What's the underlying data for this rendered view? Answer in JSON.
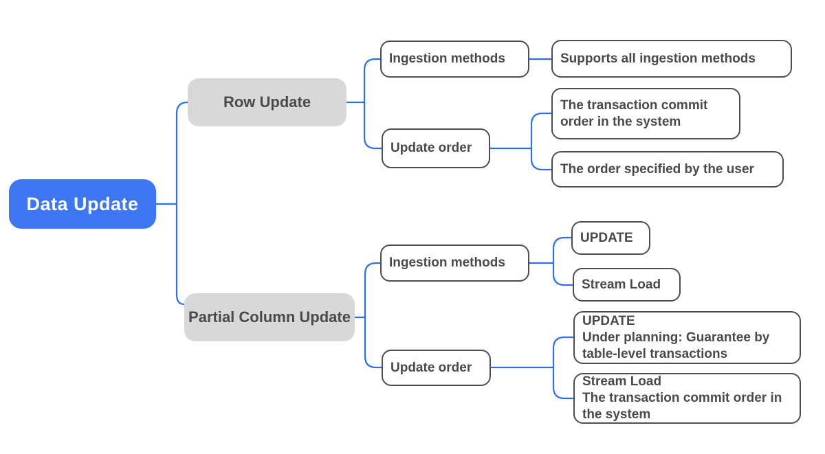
{
  "diagram_type": "mindmap",
  "colors": {
    "root_fill": "#3d76f2",
    "root_text": "#ffffff",
    "branch_fill": "#d8d8d8",
    "leaf_border": "#4d4d4d",
    "text": "#4a4a4a",
    "connector": "#2c6ff0",
    "background": "#ffffff"
  },
  "root": {
    "label": "Data Update"
  },
  "branches": [
    {
      "label": "Row Update",
      "groups": [
        {
          "label": "Ingestion methods",
          "leaves": [
            {
              "lines": [
                "Supports all ingestion methods"
              ]
            }
          ]
        },
        {
          "label": "Update order",
          "leaves": [
            {
              "lines": [
                "The transaction commit order in the system"
              ]
            },
            {
              "lines": [
                "The order specified by the user"
              ]
            }
          ]
        }
      ]
    },
    {
      "label": "Partial Column Update",
      "groups": [
        {
          "label": "Ingestion methods",
          "leaves": [
            {
              "lines": [
                "UPDATE"
              ]
            },
            {
              "lines": [
                "Stream Load"
              ]
            }
          ]
        },
        {
          "label": "Update order",
          "leaves": [
            {
              "lines": [
                "UPDATE",
                "Under planning: Guarantee by table-level transactions"
              ]
            },
            {
              "lines": [
                "Stream Load",
                "The transaction commit order in the system"
              ]
            }
          ]
        }
      ]
    }
  ]
}
